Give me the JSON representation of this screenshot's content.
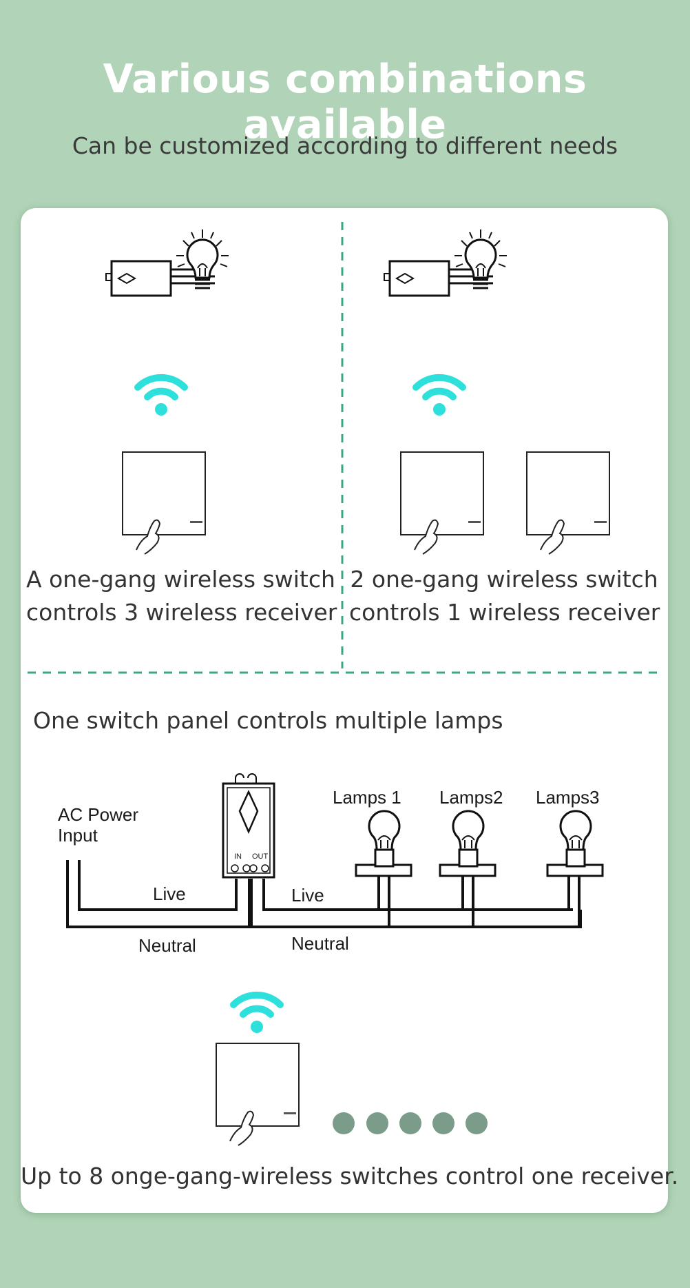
{
  "header": {
    "title": "Various combinations available",
    "subtitle": "Can be customized according to different needs"
  },
  "panels": {
    "left": {
      "caption_line1": "A  one-gang wireless switch",
      "caption_line2": "controls 3 wireless receiver"
    },
    "right": {
      "caption_line1": "2  one-gang wireless switch",
      "caption_line2": "controls 1 wireless receiver"
    }
  },
  "wiring": {
    "section_title": "One switch panel controls multiple lamps",
    "ac_power_label": "AC Power\nInput",
    "live_left": "Live",
    "neutral_left": "Neutral",
    "live_right": "Live",
    "neutral_right": "Neutral",
    "receiver_in": "IN",
    "receiver_out": "OUT",
    "lamps": [
      "Lamps 1",
      "Lamps2",
      "Lamps3"
    ],
    "dot_count": 5
  },
  "footer": {
    "caption": "Up to 8 onge-gang-wireless switches control one receiver."
  },
  "colors": {
    "background": "#b1d3b7",
    "card": "#ffffff",
    "wifi": "#2ee0dc",
    "divider": "#3aa97f",
    "dots": "#7b9c88"
  }
}
